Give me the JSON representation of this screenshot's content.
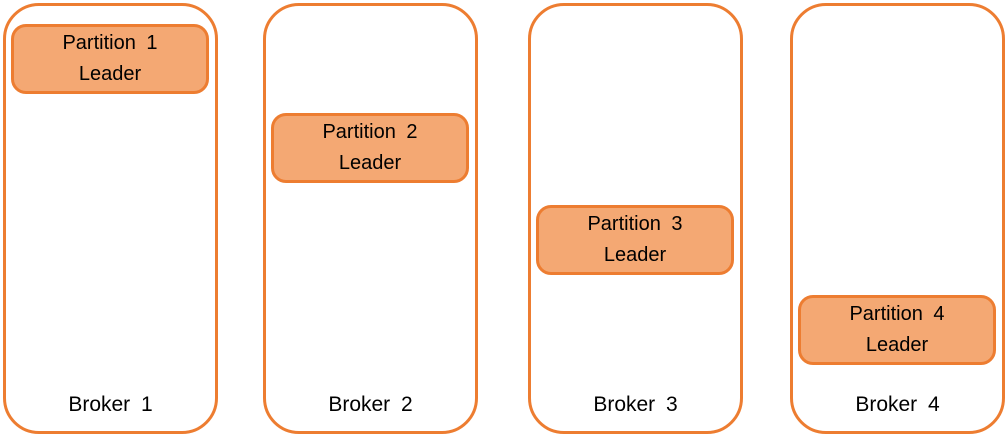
{
  "diagram": {
    "colors": {
      "outline": "#ED7D31",
      "partition_fill": "#F4A873",
      "text": "#000000",
      "background": "#FFFFFF"
    },
    "brokers": [
      {
        "label": "Broker 1",
        "partition": {
          "title": "Partition 1",
          "subtitle": "Leader"
        }
      },
      {
        "label": "Broker 2",
        "partition": {
          "title": "Partition 2",
          "subtitle": "Leader"
        }
      },
      {
        "label": "Broker 3",
        "partition": {
          "title": "Partition 3",
          "subtitle": "Leader"
        }
      },
      {
        "label": "Broker 4",
        "partition": {
          "title": "Partition 4",
          "subtitle": "Leader"
        }
      }
    ]
  }
}
